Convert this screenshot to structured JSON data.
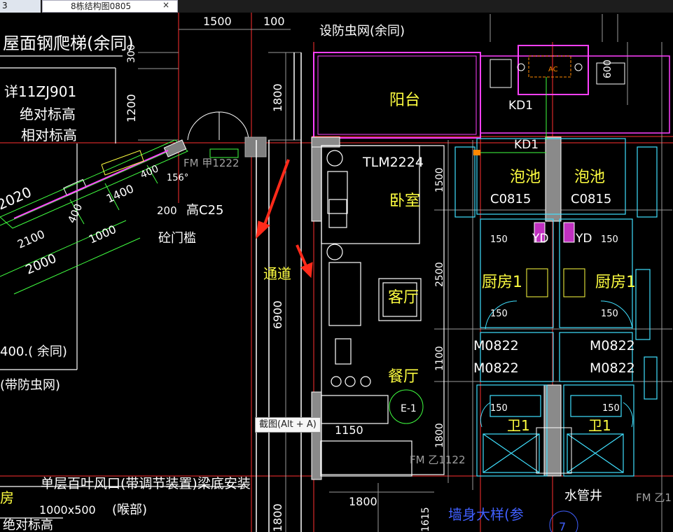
{
  "tabs": {
    "prev_label": "3",
    "active_label": "8栋结构图0805",
    "close_glyph": "×"
  },
  "tooltip": "截图(Alt + A)",
  "colors": {
    "background": "#000000",
    "wall": "#ffffff",
    "axis": "#ff3030",
    "magenta": "#ff40ff",
    "cyan": "#40e0ff",
    "green": "#40ff40",
    "yellow": "#ffff40",
    "blue": "#4060ff",
    "red_arrow": "#ff2a1a",
    "orange": "#ff8800"
  },
  "icons": {
    "arrows": "red-arrow-icon"
  },
  "drawing": {
    "roof_ladder": "屋面钢爬梯(余同)",
    "detail_ref": "详11ZJ901",
    "abs_elevation": "绝对标高",
    "rel_elevation": "相对标高",
    "dim_1500": "1500",
    "dim_100": "100",
    "dim_300": "300",
    "dim_1200": "1200",
    "dim_1800_a": "1800",
    "dim_2020": "2020",
    "dim_2100": "2100",
    "dim_2000": "2000",
    "dim_400": "400",
    "dim_1400": "1400",
    "dim_400b": "400",
    "dim_156": "156°",
    "dim_1000": "1000",
    "dim_200": "200",
    "high_c25": "高C25",
    "fm": "FM 甲1222",
    "threshold": "砼门槛",
    "vent_400": "400.(  余同)",
    "insect_screen": "(带防虫网)",
    "corridor": "通道",
    "dim_6900": "6900",
    "set_screen": "设防虫网(余同)",
    "balcony": "阳台",
    "tlm": "TLM2224",
    "bedroom": "卧室",
    "living": "客厅",
    "dining": "餐厅",
    "dim_1150": "1150",
    "louver": "单层百叶风口(带调节装置)梁底安装",
    "size": "1000x500",
    "throat": "(喉部)",
    "room_partial": "房",
    "abs_elev_2": "绝对标高",
    "dim_1800_b": "1800",
    "dim_1800_c": "1800",
    "dim_1615": "1615",
    "ac": "AC",
    "kd1_top": "KD1",
    "kd1": "KD1",
    "pool_l": "泡池",
    "pool_r": "泡池",
    "c0815_l": "C0815",
    "c0815_r": "C0815",
    "dim_600": "600",
    "dim_1500_r": "1500",
    "dim_2500": "2500",
    "dim_1100": "1100",
    "dim_1800_r": "1800",
    "yd_l": "YD",
    "yd_r": "YD",
    "dim_150_a": "150",
    "dim_150_b": "150",
    "dim_150_c": "150",
    "dim_150_d": "150",
    "dim_150_e": "150",
    "dim_150_f": "150",
    "kitchen_l": "厨房1",
    "kitchen_r": "厨房1",
    "m0822_1": "M0822",
    "m0822_2": "M0822",
    "m0822_3": "M0822",
    "m0822_4": "M0822",
    "wc_l": "卫1",
    "wc_r": "卫1",
    "water_shaft": "水管井",
    "fm_b": "FM 乙1122",
    "fm_c": "FM 乙1",
    "wall_hole": "墙身大样(参",
    "grid_e": "E-1",
    "axis_7": "7"
  }
}
